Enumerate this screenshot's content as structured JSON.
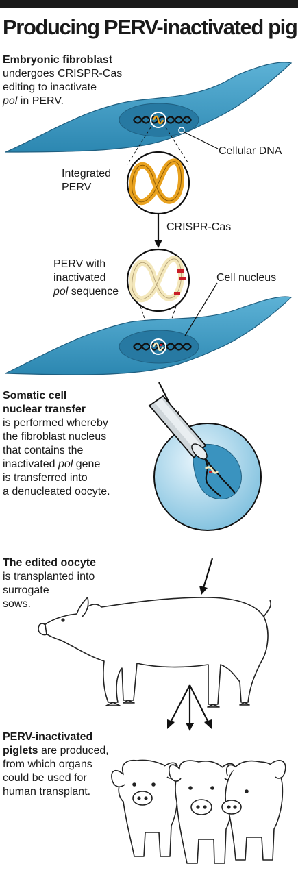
{
  "header": {
    "title": "Producing PERV-inactivated pigs"
  },
  "step1": {
    "heading": "Embryonic fibroblast",
    "text_a": "undergoes CRISPR-Cas",
    "text_b": "editing to inactivate",
    "text_c_italic": "pol",
    "text_c_rest": " in PERV."
  },
  "labels": {
    "cellular_dna": "Cellular DNA",
    "integrated_perv_1": "Integrated",
    "integrated_perv_2": "PERV",
    "crispr": "CRISPR-Cas",
    "perv_inactivated_1": "PERV with",
    "perv_inactivated_2": "inactivated",
    "perv_inactivated_3_italic": "pol",
    "perv_inactivated_3_rest": " sequence",
    "cell_nucleus": "Cell nucleus"
  },
  "step2": {
    "heading_1": "Somatic cell",
    "heading_2": "nuclear transfer",
    "line_1": "is performed whereby",
    "line_2": "the fibroblast nucleus",
    "line_3": "that contains the",
    "line_4_a": "inactivated ",
    "line_4_italic": "pol",
    "line_4_b": " gene",
    "line_5": "is transferred into",
    "line_6": "a denucleated oocyte."
  },
  "step3": {
    "heading": "The edited oocyte",
    "line_1": "is transplanted into",
    "line_2": "surrogate",
    "line_3": "sows."
  },
  "step4": {
    "heading_1": "PERV-inactivated",
    "heading_2": "piglets",
    "line_1_rest": " are produced,",
    "line_2": "from which organs",
    "line_3": "could be used for",
    "line_4": "human transplant."
  },
  "colors": {
    "cell": "#3f9cc4",
    "nucleus": "#2b7ea5",
    "perv": "#e9a21f",
    "perv_inactive": "#f4e8bc",
    "edit_mark": "#c81e28",
    "oocyte": "#a9d7ec"
  }
}
